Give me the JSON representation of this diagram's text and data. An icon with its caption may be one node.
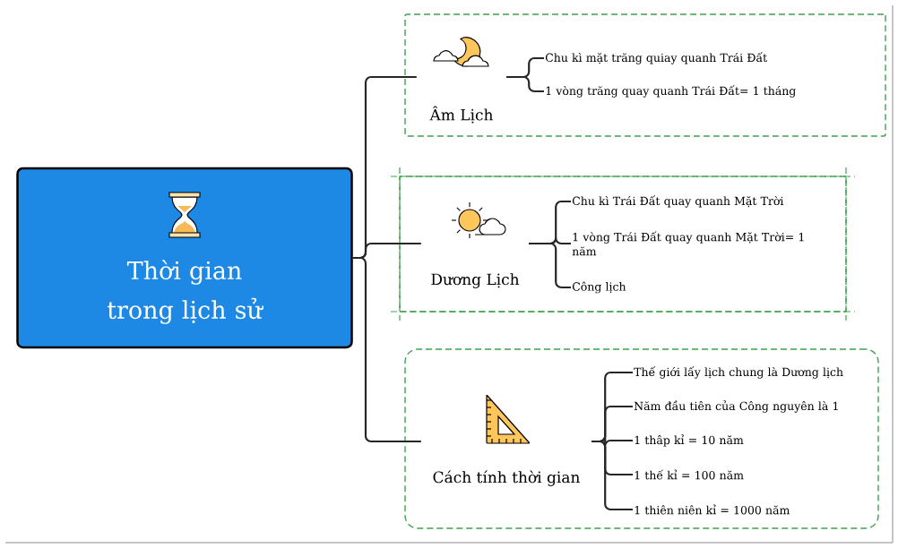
{
  "diagram": {
    "nodes": [
      {
        "text": [
          "Thời gian trong lịch sử"
        ]
      },
      {
        "text": [],
        "shape": "box"
      },
      {
        "text": [
          "Âm Lịch"
        ],
        "in": 1
      },
      {
        "text": [
          "Chu kì mặt trăng quiay quanh Trái Đất"
        ],
        "in": 1
      },
      {
        "text": [
          "1 vòng trăng quay quanh Trái Đất= 1 tháng"
        ],
        "in": 1
      },
      {
        "text": [],
        "shape": "box"
      },
      {
        "text": [
          "Dương Lịch"
        ],
        "in": 5
      },
      {
        "text": [
          "Chu kì Trái Đất quay quanh Mặt Trời"
        ],
        "in": 5
      },
      {
        "text": [
          "1 vòng Trái Đất quay quanh Mặt Trời= 1 năm"
        ],
        "in": 5
      },
      {
        "text": [
          "Công lịch"
        ],
        "in": 5
      },
      {
        "text": [],
        "shape": "box"
      },
      {
        "text": [
          "Cách tính thời gian"
        ],
        "in": 10
      },
      {
        "text": [
          "Thế giới lấy lịch chung là Dương lịch"
        ],
        "in": 10
      },
      {
        "text": [
          "Năm đầu tiên của Công nguyên là 1"
        ],
        "in": 10
      },
      {
        "text": [
          "1 thâp kỉ = 10 năm"
        ],
        "in": 10
      },
      {
        "text": [
          "1 thế kỉ = 100 năm"
        ],
        "in": 10
      },
      {
        "text": [
          "1 thiên niên kỉ = 1000 năm"
        ],
        "in": 10
      }
    ],
    "edges": [
      {
        "from": 0,
        "to": 2,
        "arrow": "none"
      },
      {
        "from": 0,
        "to": 6,
        "arrow": "none"
      },
      {
        "from": 0,
        "to": 11,
        "arrow": "none"
      },
      {
        "from": 2,
        "to": 3,
        "arrow": "none"
      },
      {
        "from": 2,
        "to": 4,
        "arrow": "none"
      },
      {
        "from": 6,
        "to": 7,
        "arrow": "none"
      },
      {
        "from": 6,
        "to": 8,
        "arrow": "none"
      },
      {
        "from": 6,
        "to": 9,
        "arrow": "none"
      },
      {
        "from": 11,
        "to": 12,
        "arrow": "none"
      },
      {
        "from": 11,
        "to": 13,
        "arrow": "none"
      },
      {
        "from": 11,
        "to": 14,
        "arrow": "none"
      },
      {
        "from": 11,
        "to": 15,
        "arrow": "none"
      },
      {
        "from": 11,
        "to": 16,
        "arrow": "none"
      }
    ]
  }
}
